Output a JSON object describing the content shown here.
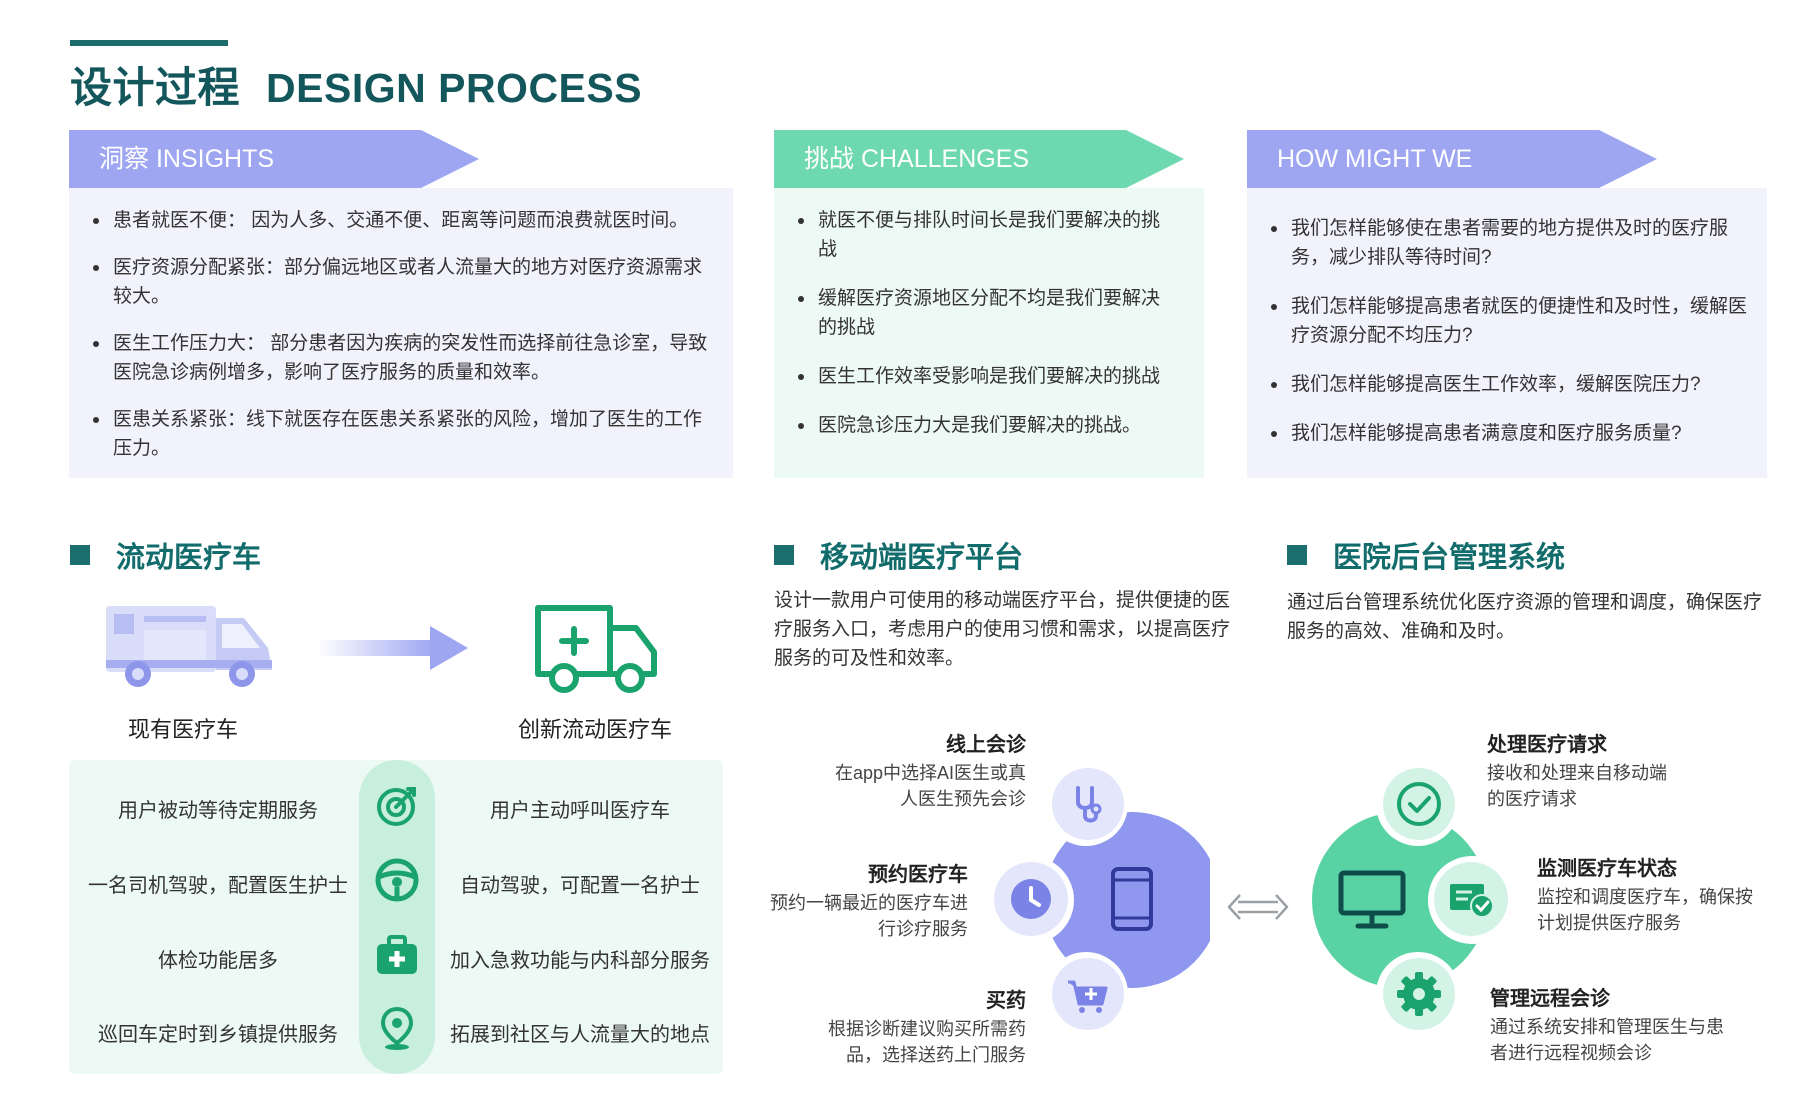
{
  "header": {
    "title_cn": "设计过程",
    "title_en": "DESIGN PROCESS"
  },
  "cards": [
    {
      "label": "洞察 INSIGHTS",
      "color": "#9ea6f2",
      "items": [
        "患者就医不便： 因为人多、交通不便、距离等问题而浪费就医时间。",
        "医疗资源分配紧张：部分偏远地区或者人流量大的地方对医疗资源需求较大。",
        "医生工作压力大： 部分患者因为疾病的突发性而选择前往急诊室，导致医院急诊病例增多，影响了医疗服务的质量和效率。",
        "医患关系紧张：线下就医存在医患关系紧张的风险，增加了医生的工作压力。"
      ]
    },
    {
      "label": "挑战 CHALLENGES",
      "color": "#6ed8b0",
      "items": [
        "就医不便与排队时间长是我们要解决的挑战",
        "缓解医疗资源地区分配不均是我们要解决的挑战",
        "医生工作效率受影响是我们要解决的挑战",
        "医院急诊压力大是我们要解决的挑战。"
      ]
    },
    {
      "label": "HOW MIGHT WE",
      "color": "#9ea6f2",
      "items": [
        "我们怎样能够使在患者需要的地方提供及时的医疗服务，减少排队等待时间?",
        "我们怎样能够提高患者就医的便捷性和及时性，缓解医疗资源分配不均压力?",
        "我们怎样能够提高医生工作效率，缓解医院压力?",
        "我们怎样能够提高患者满意度和医疗服务质量?"
      ]
    }
  ],
  "vehicle": {
    "title": "流动医疗车",
    "current_label": "现有医疗车",
    "new_label": "创新流动医疗车",
    "rows": [
      {
        "left": "用户被动等待定期服务",
        "icon": "target-icon",
        "right": "用户主动呼叫医疗车"
      },
      {
        "left": "一名司机驾驶，配置医生护士",
        "icon": "steering-wheel-icon",
        "right": "自动驾驶，可配置一名护士"
      },
      {
        "left": "体检功能居多",
        "icon": "first-aid-kit-icon",
        "right": "加入急救功能与内科部分服务"
      },
      {
        "left": "巡回车定时到乡镇提供服务",
        "icon": "location-pin-icon",
        "right": "拓展到社区与人流量大的地点"
      }
    ]
  },
  "mobile": {
    "title": "移动端医疗平台",
    "desc": "设计一款用户可使用的移动端医疗平台，提供便捷的医疗服务入口，考虑用户的使用习惯和需求，以提高医疗服务的可及性和效率。",
    "nodes": [
      {
        "title": "线上会诊",
        "desc": "在app中选择AI医生或真人医生预先会诊",
        "icon": "stethoscope-icon"
      },
      {
        "title": "预约医疗车",
        "desc": "预约一辆最近的医疗车进行诊疗服务",
        "icon": "clock-icon"
      },
      {
        "title": "买药",
        "desc": "根据诊断建议购买所需药品，选择送药上门服务",
        "icon": "medical-cart-icon"
      }
    ]
  },
  "backend": {
    "title": "医院后台管理系统",
    "desc": "通过后台管理系统优化医疗资源的管理和调度，确保医疗服务的高效、准确和及时。",
    "nodes": [
      {
        "title": "处理医疗请求",
        "desc": "接收和处理来自移动端的医疗请求",
        "icon": "check-circle-icon"
      },
      {
        "title": "监测医疗车状态",
        "desc": "监控和调度医疗车，确保按计划提供医疗服务",
        "icon": "monitor-check-icon"
      },
      {
        "title": "管理远程会诊",
        "desc": "通过系统安排和管理医生与患者进行远程视频会诊",
        "icon": "gear-icon"
      }
    ]
  },
  "colors": {
    "teal": "#1a6e6e",
    "purple": "#9ea6f2",
    "green": "#6ed8b0",
    "dark_green": "#1aa36c"
  }
}
